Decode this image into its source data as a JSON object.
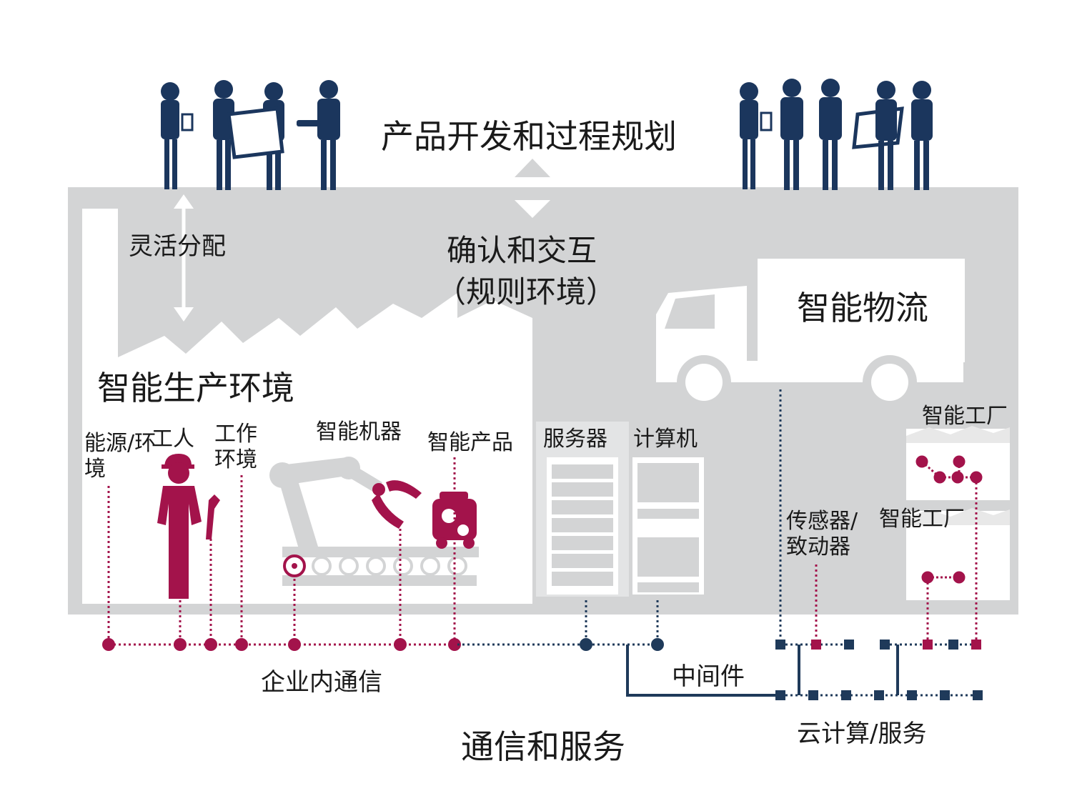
{
  "colors": {
    "background": "#ffffff",
    "building": "#d3d4d5",
    "people": "#1b365d",
    "accent": "#a3134b",
    "network_dark": "#1f3a5a"
  },
  "top": {
    "title": "产品开发和过程规划"
  },
  "center": {
    "assign": "灵活分配",
    "confirm_line1": "确认和交互",
    "confirm_line2": "（规则环境）"
  },
  "logistics": "智能物流",
  "environment": "智能生产环境",
  "components": {
    "energy": "能源/环境",
    "worker": "工人",
    "work_env": "工作环境",
    "machine": "智能机器",
    "product": "智能产品",
    "server": "服务器",
    "computer": "计算机",
    "factory_top": "智能工厂",
    "sensors": "传感器/致动器",
    "factory_bottom": "智能工厂"
  },
  "network": {
    "intranet": "企业内通信",
    "middleware": "中间件",
    "cloud": "云计算/服务",
    "comm_services": "通信和服务"
  },
  "icons": [
    "person-icon",
    "tablet-icon",
    "truck-icon",
    "robot-arm-icon",
    "conveyor-icon",
    "server-rack-icon",
    "computer-icon",
    "factory-icon"
  ]
}
